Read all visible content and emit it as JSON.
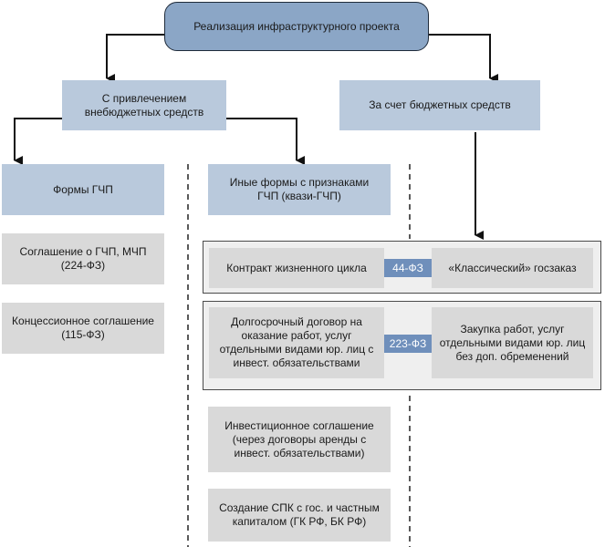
{
  "root": "Реализация инфраструктурного проекта",
  "branches": {
    "extra_budget": "С привлечением внебюджетных средств",
    "budget": "За счет бюджетных средств"
  },
  "columns": {
    "ppp_forms": "Формы ГЧП",
    "quasi_ppp": "Иные формы с признаками ГЧП (квази-ГЧП)"
  },
  "ppp_items": [
    "Соглашение о ГЧП, МЧП (224-ФЗ)",
    "Концессионное соглашение (115-ФЗ)"
  ],
  "row_44": {
    "left": "Контракт жизненного цикла",
    "law": "44-ФЗ",
    "right": "«Классический» госзаказ"
  },
  "row_223": {
    "left": "Долгосрочный договор на оказание работ, услуг отдельными видами юр. лиц с инвест. обязательствами",
    "law": "223-ФЗ",
    "right": "Закупка работ, услуг отдельными видами юр. лиц без доп. обременений"
  },
  "quasi_items": [
    "Инвестиционное соглашение (через договоры аренды с инвест. обязательствами)",
    "Создание СПК с гос. и частным капиталом (ГК РФ, БК РФ)"
  ],
  "colors": {
    "root_fill": "#8ba6c6",
    "header_fill": "#b9c9dc",
    "item_fill": "#d9d9d9",
    "law_fill": "#6f8fbb"
  }
}
